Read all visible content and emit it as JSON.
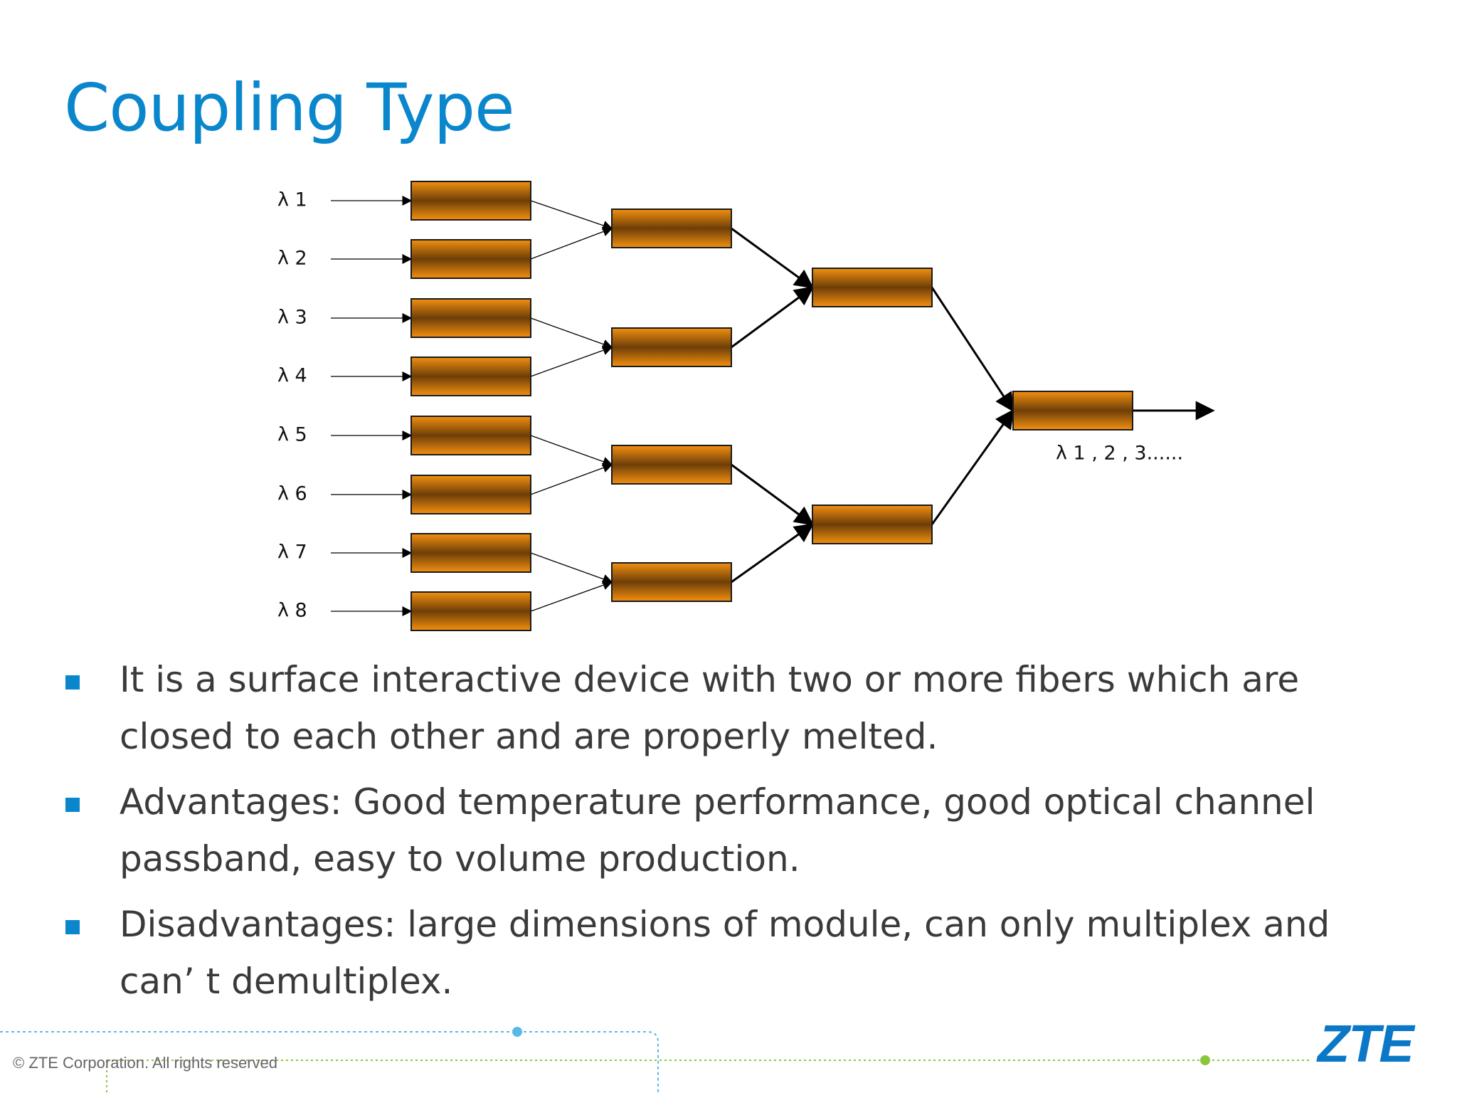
{
  "slide": {
    "title": "Coupling Type"
  },
  "diagram": {
    "inputs": [
      "λ  1",
      "λ  2",
      "λ  3",
      "λ  4",
      "λ  5",
      "λ  6",
      "λ  7",
      "λ  8"
    ],
    "output_label": "λ  1 , 2 , 3......",
    "coupler_color": "#e8890e",
    "coupler_dark": "#6e3e08"
  },
  "bullets": [
    "It is a surface interactive device with two or more fibers which are closed to each other and are properly melted.",
    "Advantages: Good temperature performance, good optical channel passband, easy to volume production.",
    "Disadvantages: large dimensions of module, can only multiplex and can’ t demultiplex."
  ],
  "footer": {
    "copyright": "© ZTE Corporation. All rights reserved",
    "logo": "ZTE"
  },
  "colors": {
    "accent": "#0a86cc",
    "body_text": "#3a3a3a",
    "footer_blue": "#5ab8e8",
    "footer_green": "#8cc63f"
  }
}
